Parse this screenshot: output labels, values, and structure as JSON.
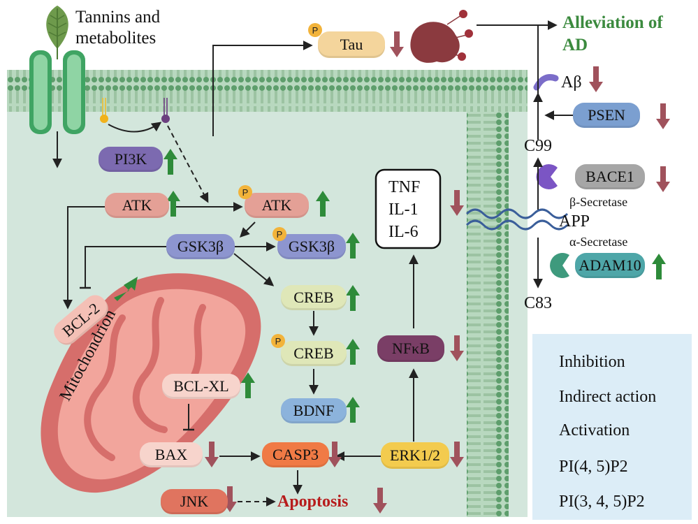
{
  "labels": {
    "tannins": [
      "Tannins and",
      "metabolites"
    ],
    "alleviation": [
      "Alleviation of",
      "AD"
    ],
    "tau": "Tau",
    "abeta": "Aβ",
    "psen": "PSEN",
    "c99": "C99",
    "bace1": "BACE1",
    "beta_secretase": "β-Secretase",
    "app": "APP",
    "alpha_secretase": "α-Secretase",
    "adam10": "ADAM10",
    "c83": "C83",
    "pi3k": "PI3K",
    "atk": "ATK",
    "atk_p": "ATK",
    "gsk3b": "GSK3β",
    "gsk3b_p": "GSK3β",
    "creb": "CREB",
    "creb_p": "CREB",
    "bdnf": "BDNF",
    "bcl2": "BCL-2",
    "bclxl": "BCL-XL",
    "bax": "BAX",
    "casp3": "CASP3",
    "jnk": "JNK",
    "apoptosis": "Apoptosis",
    "mitochondrion": "Mitochondrion",
    "erk": "ERK1/2",
    "nfkb": "NFκB",
    "cytokines": [
      "TNF",
      "IL-1",
      "IL-6"
    ],
    "p": "P"
  },
  "legend": {
    "inhibition": "Inhibition",
    "indirect": "Indirect action",
    "activation": "Activation",
    "pip2": "PI(4, 5)P2",
    "pip3": "PI(3, 4, 5)P2"
  },
  "colors": {
    "cell_bg": "#d3e6dc",
    "membrane": "#a9cfb1",
    "up_arrow": "#2e8b3a",
    "down_arrow": "#a0525c",
    "alleviation_text": "#3b8a3e",
    "apoptosis_text": "#b71c1c"
  }
}
